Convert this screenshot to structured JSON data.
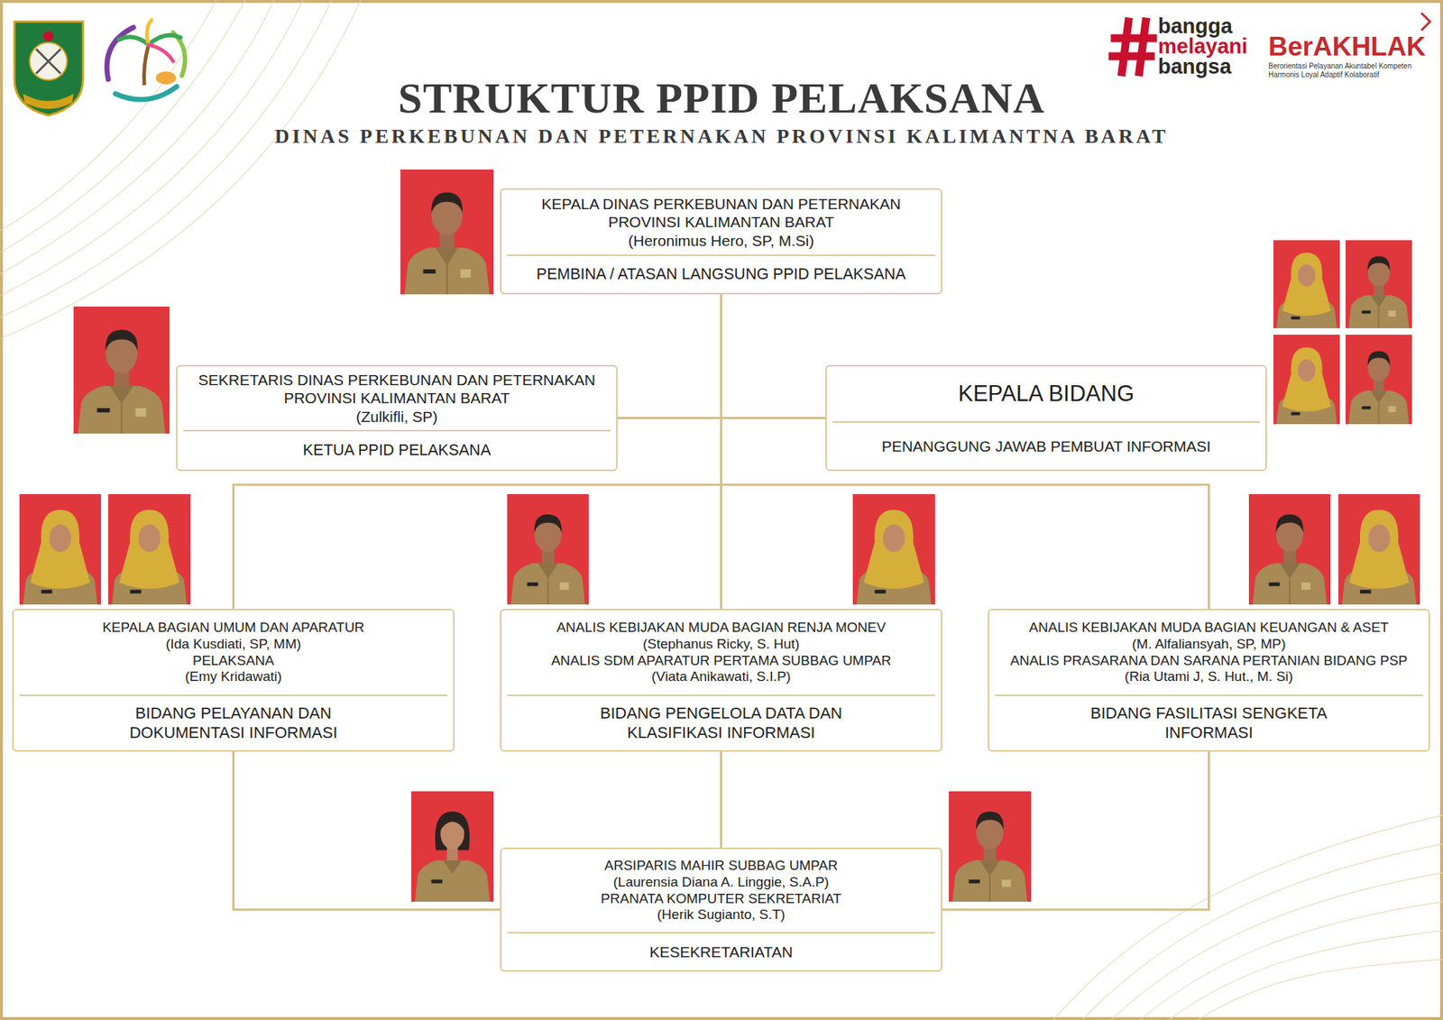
{
  "diagram": {
    "title": "STRUKTUR PPID PELAKSANA",
    "nodes": [
      {
        "text": [
          "KEPALA DINAS PERKEBUNAN DAN PETERNAKAN PROVINSI KALIMANTAN BARAT",
          "(Heronimus Hero, SP, M.Si)",
          "PEMBINA / ATASAN LANGSUNG PPID PELAKSANA"
        ]
      },
      {
        "text": [
          "SEKRETARIS DINAS PERKEBUNAN DAN PETERNAKAN PROVINSI KALIMANTAN BARAT",
          "(Zulkifli, SP)",
          "KETUA PPID PELAKSANA"
        ]
      },
      {
        "text": [
          "KEPALA BIDANG",
          "PENANGGUNG JAWAB PEMBUAT INFORMASI"
        ]
      },
      {
        "text": [
          "KEPALA BAGIAN UMUM DAN APARATUR",
          "(Ida Kusdiati, SP, MM)",
          "PELAKSANA",
          "(Emy Kridawati)",
          "BIDANG PELAYANAN DAN DOKUMENTASI INFORMASI"
        ]
      },
      {
        "text": [
          "ANALIS KEBIJAKAN MUDA BAGIAN RENJA MONEV",
          "(Stephanus Ricky, S. Hut)",
          "ANALIS SDM APARATUR PERTAMA SUBBAG UMPAR",
          "(Viata Anikawati, S.I.P)",
          "BIDANG PENGELOLA DATA DAN KLASIFIKASI INFORMASI"
        ]
      },
      {
        "text": [
          "ANALIS KEBIJAKAN MUDA BAGIAN KEUANGAN & ASET",
          "(M. Alfaliansyah, SP, MP)",
          "ANALIS PRASARANA DAN SARANA PERTANIAN BIDANG PSP",
          "(Ria Utami J, S. Hut., M. Si)",
          "BIDANG FASILITASI SENGKETA INFORMASI"
        ]
      },
      {
        "text": [
          "ARSIPARIS MAHIR SUBBAG UMPAR",
          "(Laurensia Diana A. Linggie, S.A.P)",
          "PRANATA KOMPUTER SEKRETARIAT",
          "(Herik Sugianto, S.T)",
          "KESEKRETARIATAN"
        ]
      }
    ],
    "edges": [
      {
        "from": 0,
        "to": 1,
        "arrow": "none"
      },
      {
        "from": 0,
        "to": 2,
        "arrow": "none"
      },
      {
        "from": 0,
        "to": 3,
        "arrow": "none"
      },
      {
        "from": 0,
        "to": 4,
        "arrow": "none"
      },
      {
        "from": 0,
        "to": 5,
        "arrow": "none"
      },
      {
        "from": 3,
        "to": 6,
        "arrow": "none"
      },
      {
        "from": 4,
        "to": 6,
        "arrow": "none"
      },
      {
        "from": 5,
        "to": 6,
        "arrow": "none"
      }
    ],
    "labels": [
      "DINAS PERKEBUNAN DAN PETERNAKAN PROVINSI KALIMANTNA BARAT",
      "bangga",
      "melayani",
      "bangsa",
      "BerAKHLAK",
      "Berorientasi Pelayanan Akuntabel Kompeten Harmonis Loyal Adaptif Kolaboratif"
    ]
  }
}
